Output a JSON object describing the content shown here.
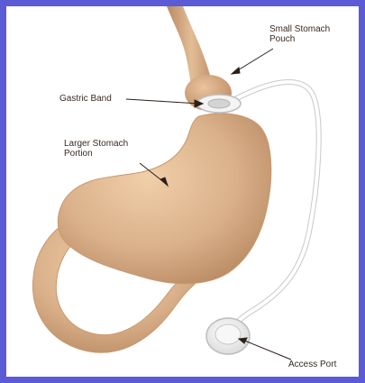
{
  "labels": {
    "small_pouch": [
      "Small Stomach",
      "Pouch"
    ],
    "gastric_band": "Gastric Band",
    "larger_portion": [
      "Larger Stomach",
      "Portion"
    ],
    "access_port": "Access Port"
  },
  "colors": {
    "border": "#5b5bd6",
    "background": "#ffffff",
    "stomach": "#d9b08a",
    "stomach_shadow": "#b98a62",
    "tube": "#ffffff",
    "tube_outline": "#c9c9c9",
    "text": "#3a2a20"
  }
}
